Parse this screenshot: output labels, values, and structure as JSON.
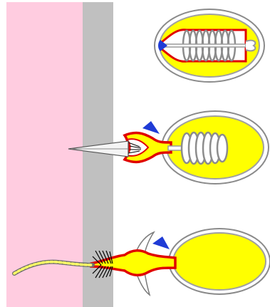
{
  "diagram": {
    "type": "nematocyst-discharge-sequence",
    "stages": [
      {
        "id": "stage-1",
        "state": "undischarged, coiled thread inside capsule, operculum closed"
      },
      {
        "id": "stage-2",
        "state": "operculum open, stylet everted through outer layer, thread partly coiled"
      },
      {
        "id": "stage-3",
        "state": "capsule empty, barbed thread fully everted into target tissue"
      }
    ],
    "colors": {
      "background": "#ffffff",
      "target_tissue": "#ffcce0",
      "outer_layer": "#c0c0c0",
      "capsule_fill": "#ffff00",
      "capsule_wall": "#a8a8a8",
      "capsule_outline": "#000000",
      "thread_outline": "#e00000",
      "operculum": "#1f3bd6",
      "coil": "#8c8c8c",
      "everted_tube_fill": "#ffff66",
      "everted_tube_stripes": "#b0b0b0"
    }
  }
}
